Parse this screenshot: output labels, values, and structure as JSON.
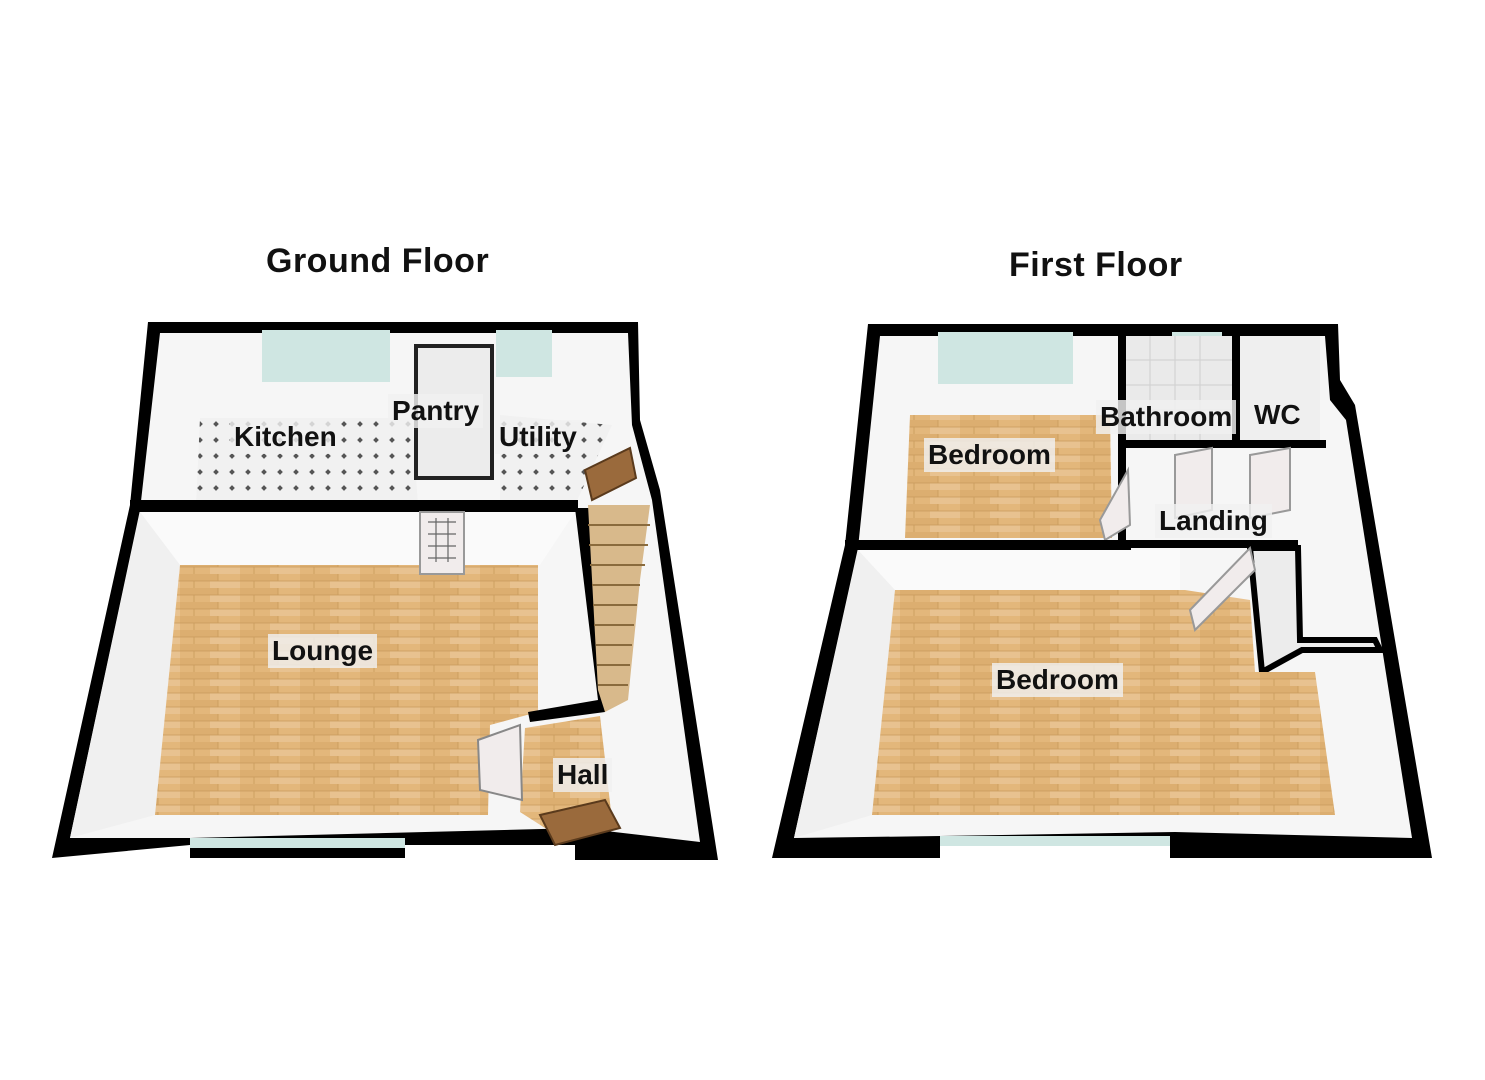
{
  "floors": {
    "ground": {
      "title": "Ground Floor",
      "rooms": {
        "kitchen": "Kitchen",
        "pantry": "Pantry",
        "utility": "Utility",
        "lounge": "Lounge",
        "hall": "Hall"
      }
    },
    "first": {
      "title": "First Floor",
      "rooms": {
        "bedroom_small": "Bedroom",
        "bathroom": "Bathroom",
        "wc": "WC",
        "landing": "Landing",
        "bedroom_large": "Bedroom"
      }
    }
  },
  "colors": {
    "wall": "#000000",
    "wall_inner": "#f4f4f4",
    "wood_floor": "#e2b57a",
    "tile_floor": "#efefef",
    "window_glass": "#cfe6e2",
    "door_wood": "#9a6a3c",
    "door_white": "#f1ecec"
  }
}
